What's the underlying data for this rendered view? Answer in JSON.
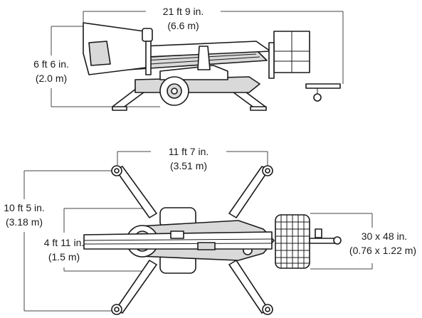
{
  "side_view": {
    "length_label": "21 ft 9 in.",
    "length_metric": "(6.6 m)",
    "height_label": "6 ft 6 in.",
    "height_metric": "(2.0 m)"
  },
  "top_view": {
    "outrigger_spread_label": "11 ft 7 in.",
    "outrigger_spread_metric": "(3.51 m)",
    "outrigger_width_label": "10 ft 5 in.",
    "outrigger_width_metric": "(3.18 m)",
    "stowed_width_label": "4 ft 11 in.",
    "stowed_width_metric": "(1.5 m)",
    "platform_size_label": "30 x 48 in.",
    "platform_size_metric": "(0.76 x 1.22 m)"
  }
}
